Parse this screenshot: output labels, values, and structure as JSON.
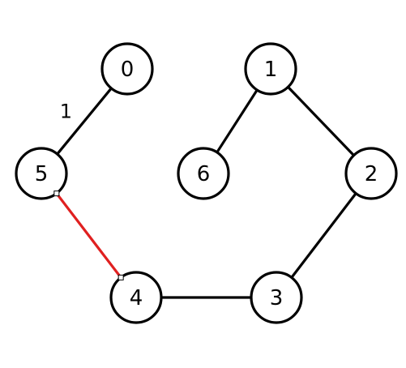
{
  "graph": {
    "nodes": [
      {
        "id": "0",
        "label": "0"
      },
      {
        "id": "1",
        "label": "1"
      },
      {
        "id": "2",
        "label": "2"
      },
      {
        "id": "3",
        "label": "3"
      },
      {
        "id": "4",
        "label": "4"
      },
      {
        "id": "5",
        "label": "5"
      },
      {
        "id": "6",
        "label": "6"
      }
    ],
    "edges": [
      {
        "from": "0",
        "to": "5",
        "label": "1",
        "color": "#000000",
        "selected": false
      },
      {
        "from": "5",
        "to": "4",
        "label": "",
        "color": "#e02020",
        "selected": true
      },
      {
        "from": "4",
        "to": "3",
        "label": "",
        "color": "#000000",
        "selected": false
      },
      {
        "from": "3",
        "to": "2",
        "label": "",
        "color": "#000000",
        "selected": false
      },
      {
        "from": "2",
        "to": "1",
        "label": "",
        "color": "#000000",
        "selected": false
      },
      {
        "from": "1",
        "to": "6",
        "label": "",
        "color": "#000000",
        "selected": false
      }
    ]
  },
  "colors": {
    "node_stroke": "#000000",
    "node_fill": "#ffffff",
    "selected_edge": "#e02020",
    "background": "#ffffff"
  }
}
